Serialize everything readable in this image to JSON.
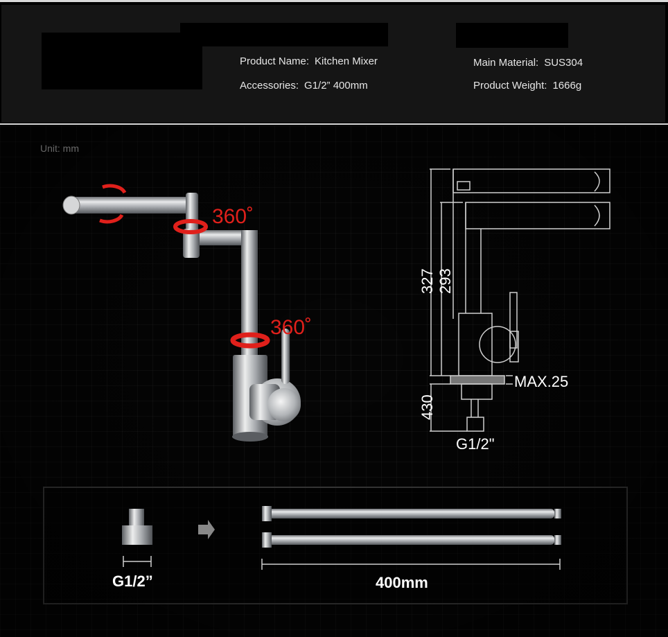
{
  "specs": {
    "product_name_label": "Product Name:",
    "product_name_value": "Kitchen Mixer",
    "accessories_label": "Accessories:",
    "accessories_value": "G1/2”  400mm",
    "main_material_label": "Main Material:",
    "main_material_value": "SUS304",
    "product_weight_label": "Product Weight:",
    "product_weight_value": "1666g"
  },
  "unit_label": "Unit: mm",
  "rotation": {
    "top_label": "360˚",
    "bottom_label": "360˚"
  },
  "dimensions": {
    "overall_height": "327",
    "spout_height": "293",
    "below_deck": "430",
    "max_deck": "MAX.25",
    "thread_bottom": "G1/2\""
  },
  "accessories": {
    "connector_label": "G1/2”",
    "hose_label": "400mm"
  },
  "colors": {
    "accent_red": "#e0201b",
    "steel": "#b9bcbf",
    "line": "#cfcfcf"
  }
}
